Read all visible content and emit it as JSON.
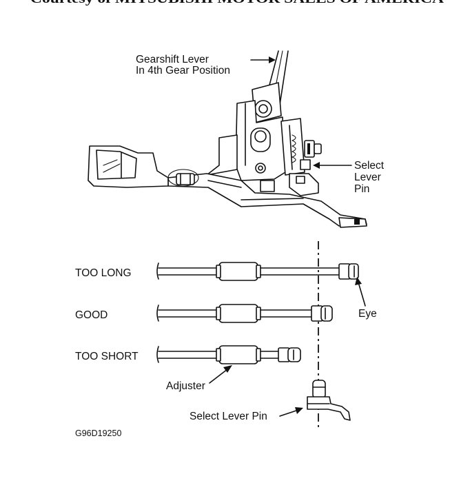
{
  "header": {
    "cropped_text": "Courtesy of MITSUBISHI MOTOR SALES OF AMERICA"
  },
  "callouts": {
    "gearshift_lever_line1": "Gearshift Lever",
    "gearshift_lever_line2": "In 4th Gear Position",
    "select_lever_pin_line1": "Select",
    "select_lever_pin_line2": "Lever",
    "select_lever_pin_line3": "Pin",
    "eye": "Eye",
    "adjuster": "Adjuster",
    "select_lever_pin": "Select Lever Pin"
  },
  "rows": {
    "too_long": "TOO LONG",
    "good": "GOOD",
    "too_short": "TOO SHORT"
  },
  "figure_code": "G96D19250",
  "colors": {
    "ink": "#111111",
    "paper": "#ffffff"
  }
}
